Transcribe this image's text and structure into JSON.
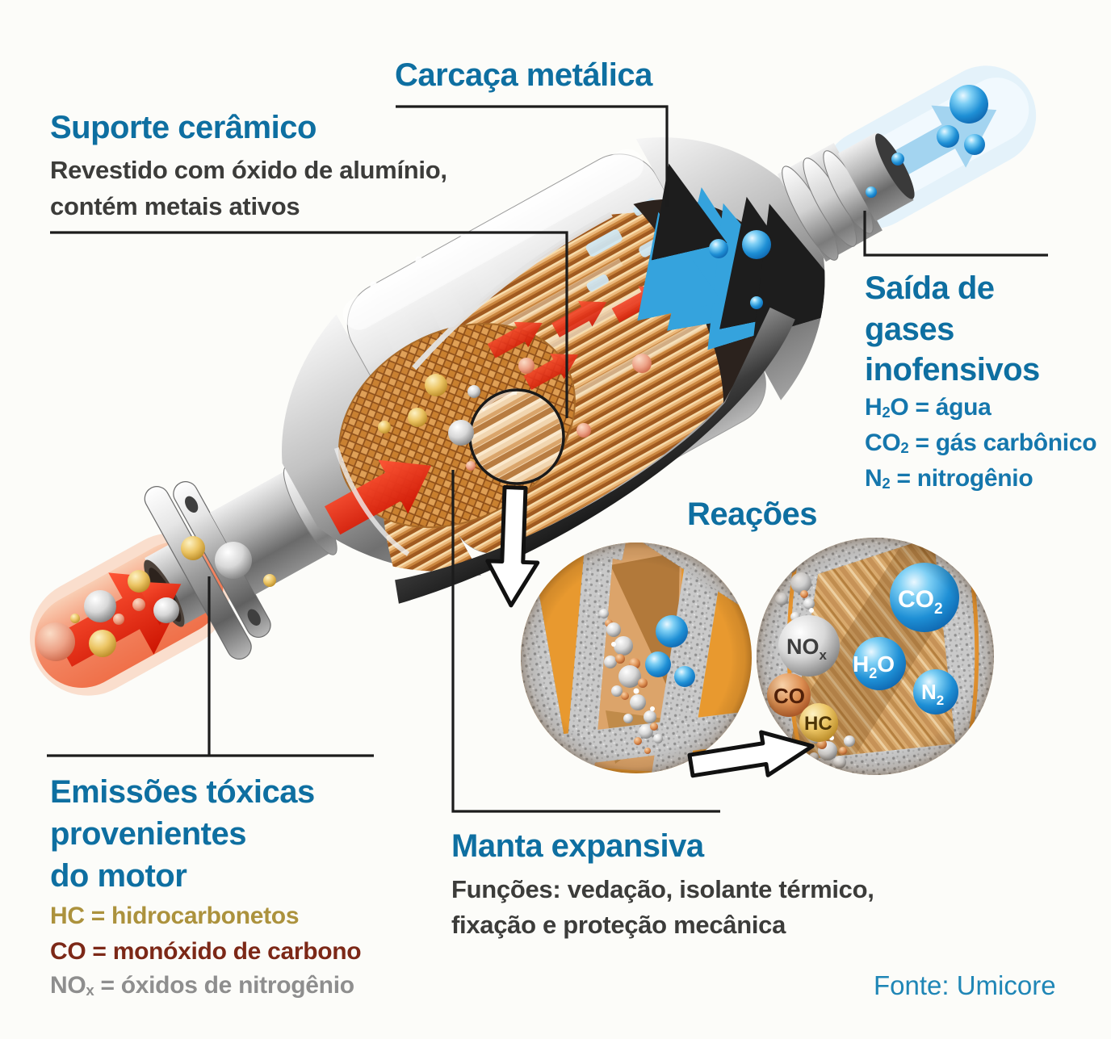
{
  "colors": {
    "heading_teal": "#0e6fa1",
    "chem_teal": "#1577ad",
    "body_text": "#3c3c3a",
    "hc_gold": "#ac923d",
    "co_maroon": "#7c2817",
    "nox_gray": "#8e8e8e",
    "source_teal": "#1f86b6",
    "toxic_red": "#d81e05",
    "clean_blue": "#2ea0dc"
  },
  "labels": {
    "carcaca": {
      "title": "Carcaça metálica"
    },
    "suporte": {
      "title": "Suporte cerâmico",
      "desc_line1": "Revestido com óxido de alumínio,",
      "desc_line2": "contém metais ativos"
    },
    "saida": {
      "title_lines": [
        "Saída de",
        "gases",
        "inofensivos"
      ],
      "items": [
        {
          "pre": "H",
          "sub": "2",
          "post": "O = água"
        },
        {
          "pre": "CO",
          "sub": "2",
          "post": " = gás carbônico"
        },
        {
          "pre": "N",
          "sub": "2",
          "post": " = nitrogênio"
        }
      ]
    },
    "reacoes": {
      "title": "Reações"
    },
    "emissoes": {
      "title_lines": [
        "Emissões tóxicas",
        "provenientes",
        "do motor"
      ],
      "legend": [
        {
          "text": "HC = hidrocarbonetos",
          "color": "#ac923d"
        },
        {
          "text": "CO = monóxido de carbono",
          "color": "#7c2817"
        },
        {
          "pre": "NO",
          "sub": "x",
          "post": " = óxidos de nitrogênio",
          "color": "#8e8e8e"
        }
      ]
    },
    "manta": {
      "title": "Manta expansiva",
      "desc_line1": "Funções: vedação, isolante térmico,",
      "desc_line2": "fixação e proteção mecânica"
    },
    "fonte": {
      "text": "Fonte: Umicore"
    }
  },
  "molecules": {
    "nox": {
      "pre": "NO",
      "sub": "x"
    },
    "co": {
      "text": "CO"
    },
    "hc": {
      "text": "HC"
    },
    "co2": {
      "pre": "CO",
      "sub": "2"
    },
    "h2o": {
      "pre": "H",
      "sub": "2",
      "post": "O"
    },
    "n2": {
      "pre": "N",
      "sub": "2"
    }
  }
}
